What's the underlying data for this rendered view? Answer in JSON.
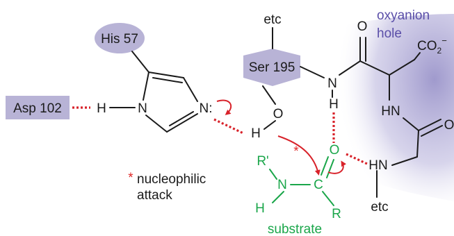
{
  "labels": {
    "his": "His 57",
    "ser": "Ser 195",
    "asp": "Asp 102",
    "etc_top": "etc",
    "etc_bottom": "etc",
    "oxyanion_line1": "oxyanion",
    "oxyanion_line2": "hole",
    "co2": "CO",
    "co2_sub": "2",
    "co2_sup": "−",
    "h_asp": "H",
    "n_his_left": "N",
    "n_his_right": "N:",
    "o_ser": "O",
    "h_ser": "H",
    "n_backbone": "N",
    "h_backbone": "H",
    "hn_mid": "HN",
    "hn_lower": "HN",
    "o_top": "O",
    "o_right": "O",
    "r_prime": "R'",
    "n_sub": "N",
    "c_sub": "C",
    "o_sub": "O",
    "h_sub": "H",
    "r_sub": "R",
    "substrate": "substrate",
    "asterisk": "*",
    "legend_asterisk": "*",
    "legend_line1": "nucleophilic",
    "legend_line2": "attack"
  },
  "colors": {
    "residue_fill": "#b8b3d6",
    "substrate": "#1aa64a",
    "oxyanion_text": "#5a4ea8",
    "hbond": "#d8222a"
  }
}
